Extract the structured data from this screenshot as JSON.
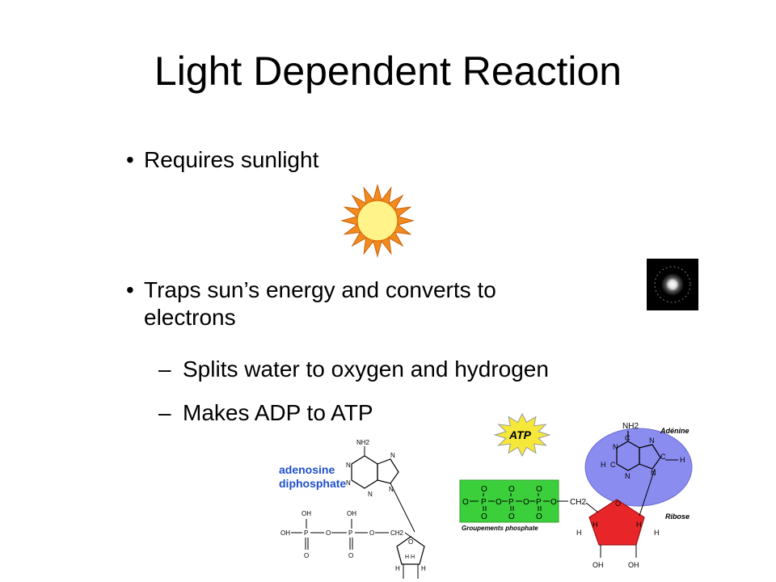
{
  "slide": {
    "title": "Light Dependent Reaction",
    "bullets": [
      {
        "text": "Requires sunlight"
      },
      {
        "text_line1": "Traps sun’s energy and converts to",
        "text_line2": "electrons"
      }
    ],
    "subbullets": [
      "Splits water to oxygen and hydrogen",
      "Makes ADP to ATP"
    ],
    "bullet_glyph": "•",
    "dash_glyph": "–"
  },
  "adp": {
    "name_line1": "adenosine",
    "name_line2": "diphosphate",
    "label_color": "#1f4fc8",
    "nh2": "NH2",
    "oh": "OH",
    "o": "O",
    "p": "P",
    "ch2": "CH2",
    "n": "N",
    "h": "H",
    "hh": "H H"
  },
  "atp": {
    "badge": "ATP",
    "badge_color": "#f5e83a",
    "adenine_label": "Adénine",
    "ribose_label": "Ribose",
    "phosphate_label": "Groupements phosphate",
    "nh2": "NH2",
    "ch2": "CH2",
    "oh": "OH",
    "o": "O",
    "p": "P",
    "n": "N",
    "c": "C",
    "h": "H",
    "phosphate_color": "#3ccf3c",
    "adenine_color": "#8a8cf0",
    "ribose_color": "#e8262a"
  },
  "icons": {
    "sun": "sun-icon",
    "electron": "electron-orbit-icon",
    "sun_fill": "#fff38a",
    "sun_ray": "#f28a1e"
  }
}
